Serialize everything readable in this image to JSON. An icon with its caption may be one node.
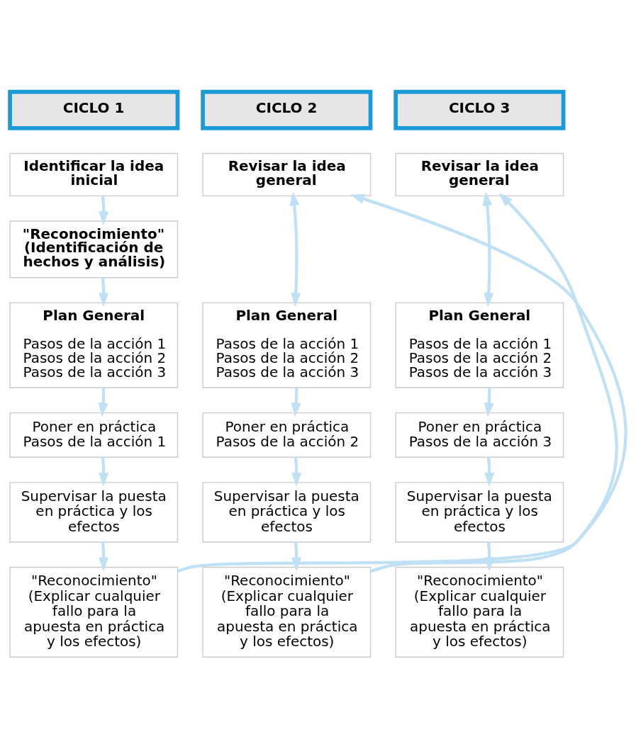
{
  "diagram": {
    "nodes": [
      {
        "text": [
          "CICLO 1"
        ]
      },
      {
        "text": [
          "CICLO 2"
        ]
      },
      {
        "text": [
          "CICLO 3"
        ]
      },
      {
        "text": [
          "Identificar la idea inicial"
        ]
      },
      {
        "text": [
          "\"Reconocimiento\" (Identificación de hechos y análisis)"
        ]
      },
      {
        "text": [
          "Plan General",
          "Pasos de la acción 1 Pasos de la acción 2 Pasos de la acción 3"
        ]
      },
      {
        "text": [
          "Poner en práctica Pasos de la acción 1"
        ]
      },
      {
        "text": [
          "Supervisar la puesta en práctica y los efectos"
        ]
      },
      {
        "text": [
          "\"Reconocimiento\" (Explicar cualquier fallo para la apuesta en práctica y los efectos)"
        ]
      },
      {
        "text": [
          "Revisar la idea general"
        ]
      },
      {
        "text": [
          "Plan General",
          "Pasos de la acción 1 Pasos de la acción 2 Pasos de la acción 3"
        ]
      },
      {
        "text": [
          "Poner en práctica Pasos de la acción 2"
        ]
      },
      {
        "text": [
          "Supervisar la puesta en práctica y los efectos"
        ]
      },
      {
        "text": [
          "\"Reconocimiento\" (Explicar cualquier fallo para la apuesta en práctica y los efectos)"
        ]
      },
      {
        "text": [
          "Revisar la idea general"
        ]
      },
      {
        "text": [
          "Plan General",
          "Pasos de la acción 1 Pasos de la acción 2 Pasos de la acción 3"
        ]
      },
      {
        "text": [
          "Poner en práctica Pasos de la acción 3"
        ]
      },
      {
        "text": [
          "Supervisar la puesta en práctica y los efectos"
        ]
      },
      {
        "text": [
          "\"Reconocimiento\" (Explicar cualquier fallo para la apuesta en práctica y los efectos)"
        ]
      }
    ],
    "edges": [
      {
        "from": 3,
        "to": 4,
        "arrow": "to"
      },
      {
        "from": 4,
        "to": 5,
        "arrow": "to"
      },
      {
        "from": 5,
        "to": 6,
        "arrow": "to"
      },
      {
        "from": 6,
        "to": 7,
        "arrow": "to"
      },
      {
        "from": 7,
        "to": 8,
        "arrow": "to"
      },
      {
        "from": 8,
        "to": 9,
        "arrow": "to"
      },
      {
        "from": 9,
        "to": 10,
        "arrow": "both"
      },
      {
        "from": 10,
        "to": 11,
        "arrow": "to"
      },
      {
        "from": 11,
        "to": 12,
        "arrow": "to"
      },
      {
        "from": 12,
        "to": 13,
        "arrow": "to"
      },
      {
        "from": 13,
        "to": 14,
        "arrow": "to"
      },
      {
        "from": 14,
        "to": 15,
        "arrow": "both"
      },
      {
        "from": 15,
        "to": 16,
        "arrow": "to"
      },
      {
        "from": 16,
        "to": 17,
        "arrow": "to"
      },
      {
        "from": 17,
        "to": 18,
        "arrow": "to"
      }
    ]
  }
}
